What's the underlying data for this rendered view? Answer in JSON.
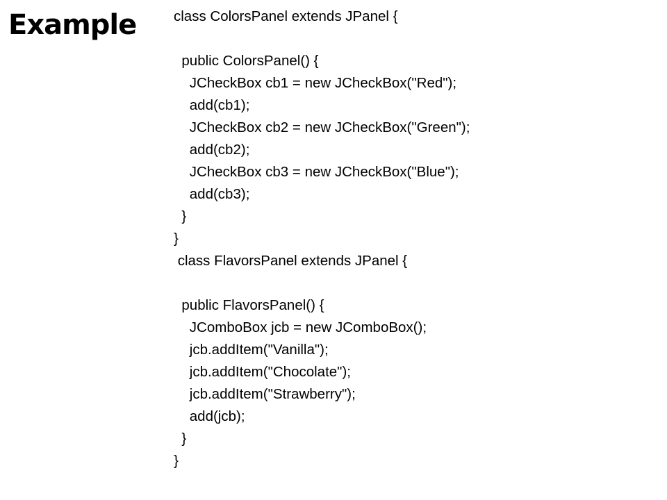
{
  "slide": {
    "title": "Example"
  },
  "code": {
    "lines": [
      "class ColorsPanel extends JPanel {",
      "",
      "  public ColorsPanel() {",
      "    JCheckBox cb1 = new JCheckBox(\"Red\");",
      "    add(cb1);",
      "    JCheckBox cb2 = new JCheckBox(\"Green\");",
      "    add(cb2);",
      "    JCheckBox cb3 = new JCheckBox(\"Blue\");",
      "    add(cb3);",
      "  }",
      "}",
      " class FlavorsPanel extends JPanel {",
      "",
      "  public FlavorsPanel() {",
      "    JComboBox jcb = new JComboBox();",
      "    jcb.addItem(\"Vanilla\");",
      "    jcb.addItem(\"Chocolate\");",
      "    jcb.addItem(\"Strawberry\");",
      "    add(jcb);",
      "  }",
      "}"
    ]
  }
}
